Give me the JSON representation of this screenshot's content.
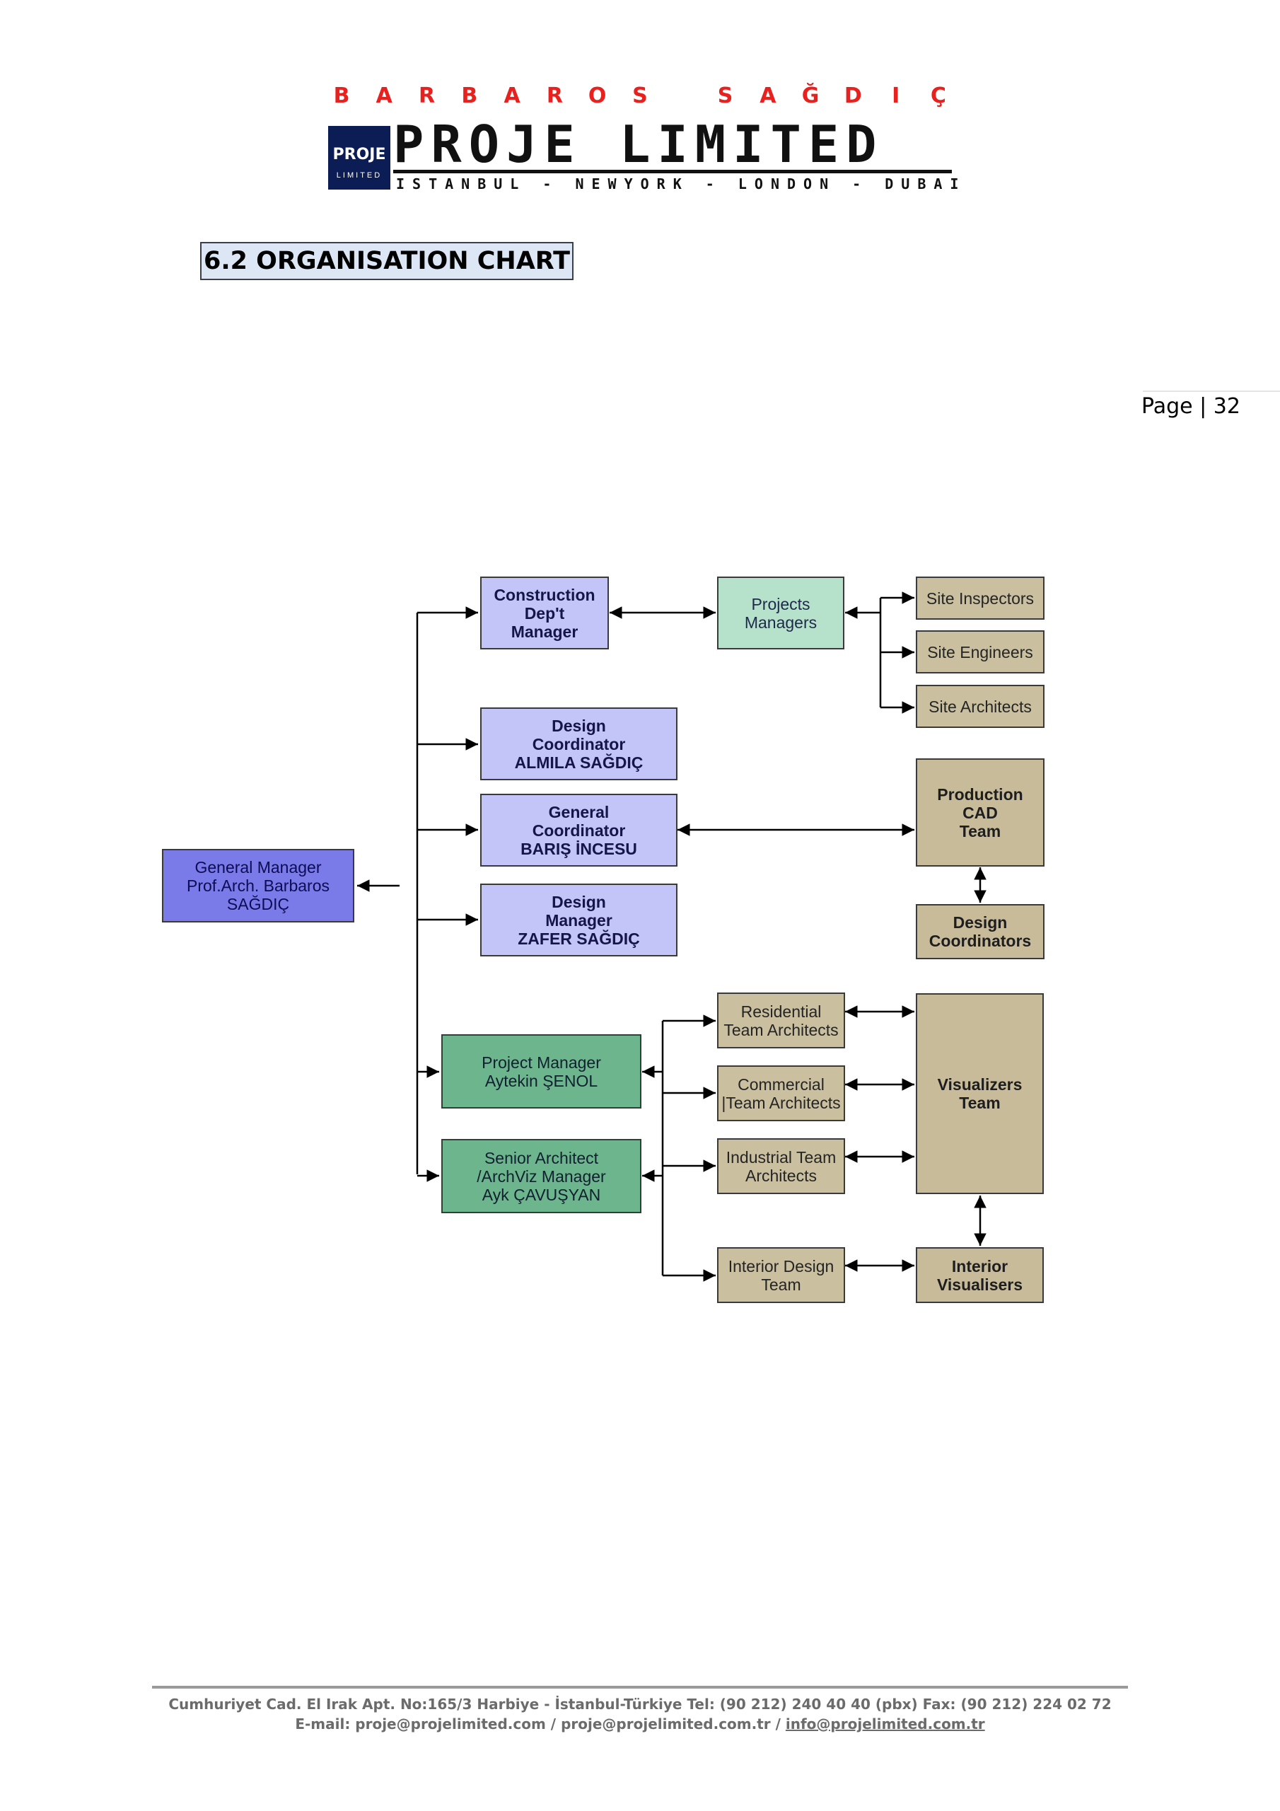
{
  "header": {
    "brand_letters": [
      "B",
      "A",
      "R",
      "B",
      "A",
      "R",
      "O",
      "S",
      "",
      "S",
      "A",
      "Ğ",
      "D",
      "I",
      "Ç"
    ],
    "logo_box_line1": "PROJE",
    "logo_box_line2": "LIMITED",
    "company": "PROJE LIMITED",
    "cities": "ISTANBUL - NEWYORK - LONDON - DUBAI"
  },
  "section_title": "6.2 ORGANISATION CHART",
  "page_label": "Page | 32",
  "org": {
    "general_manager": "General Manager\nProf.Arch. Barbaros\nSAĞDIÇ",
    "construction_manager": "Construction\nDep't\nManager",
    "projects_managers": "Projects\nManagers",
    "site_inspectors": "Site Inspectors",
    "site_engineers": "Site Engineers",
    "site_architects": "Site Architects",
    "design_coordinator": "Design\nCoordinator\nALMILA SAĞDIÇ",
    "general_coordinator": "General\nCoordinator\nBARIŞ İNCESU",
    "design_manager": "Design\nManager\nZAFER SAĞDIÇ",
    "production_cad": "Production\nCAD\nTeam",
    "design_coordinators": "Design\nCoordinators",
    "project_manager": "Project Manager\nAytekin ŞENOL",
    "senior_architect": "Senior Architect\n/ArchViz Manager\nAyk ÇAVUŞYAN",
    "residential": "Residential\nTeam Architects",
    "commercial": "Commercial\n|Team Architects",
    "industrial": "Industrial  Team\nArchitects",
    "interior_design": "Interior Design\nTeam",
    "visualizers": "Visualizers\nTeam",
    "interior_visualisers": "Interior\nVisualisers"
  },
  "footer": {
    "address": "Cumhuriyet Cad. El Irak Apt. No:165/3 Harbiye - İstanbul-Türkiye Tel: (90 212) 240 40 40 (pbx) Fax: (90 212) 224 02 72",
    "email_prefix": "E-mail: proje@projelimited.com / proje@projelimited.com.tr / ",
    "email_link": "info@projelimited.com.tr"
  }
}
